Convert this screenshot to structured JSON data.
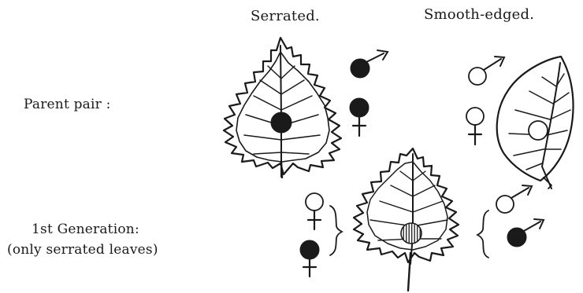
{
  "headers": {
    "serrated": "Serrated.",
    "smooth": "Smooth-edged."
  },
  "rows": {
    "parent": "Parent pair :",
    "first_generation": "1st Generation:",
    "first_generation_note": "(only serrated leaves)"
  },
  "colors": {
    "ink": "#1a1a1a",
    "paper": "#ffffff"
  }
}
